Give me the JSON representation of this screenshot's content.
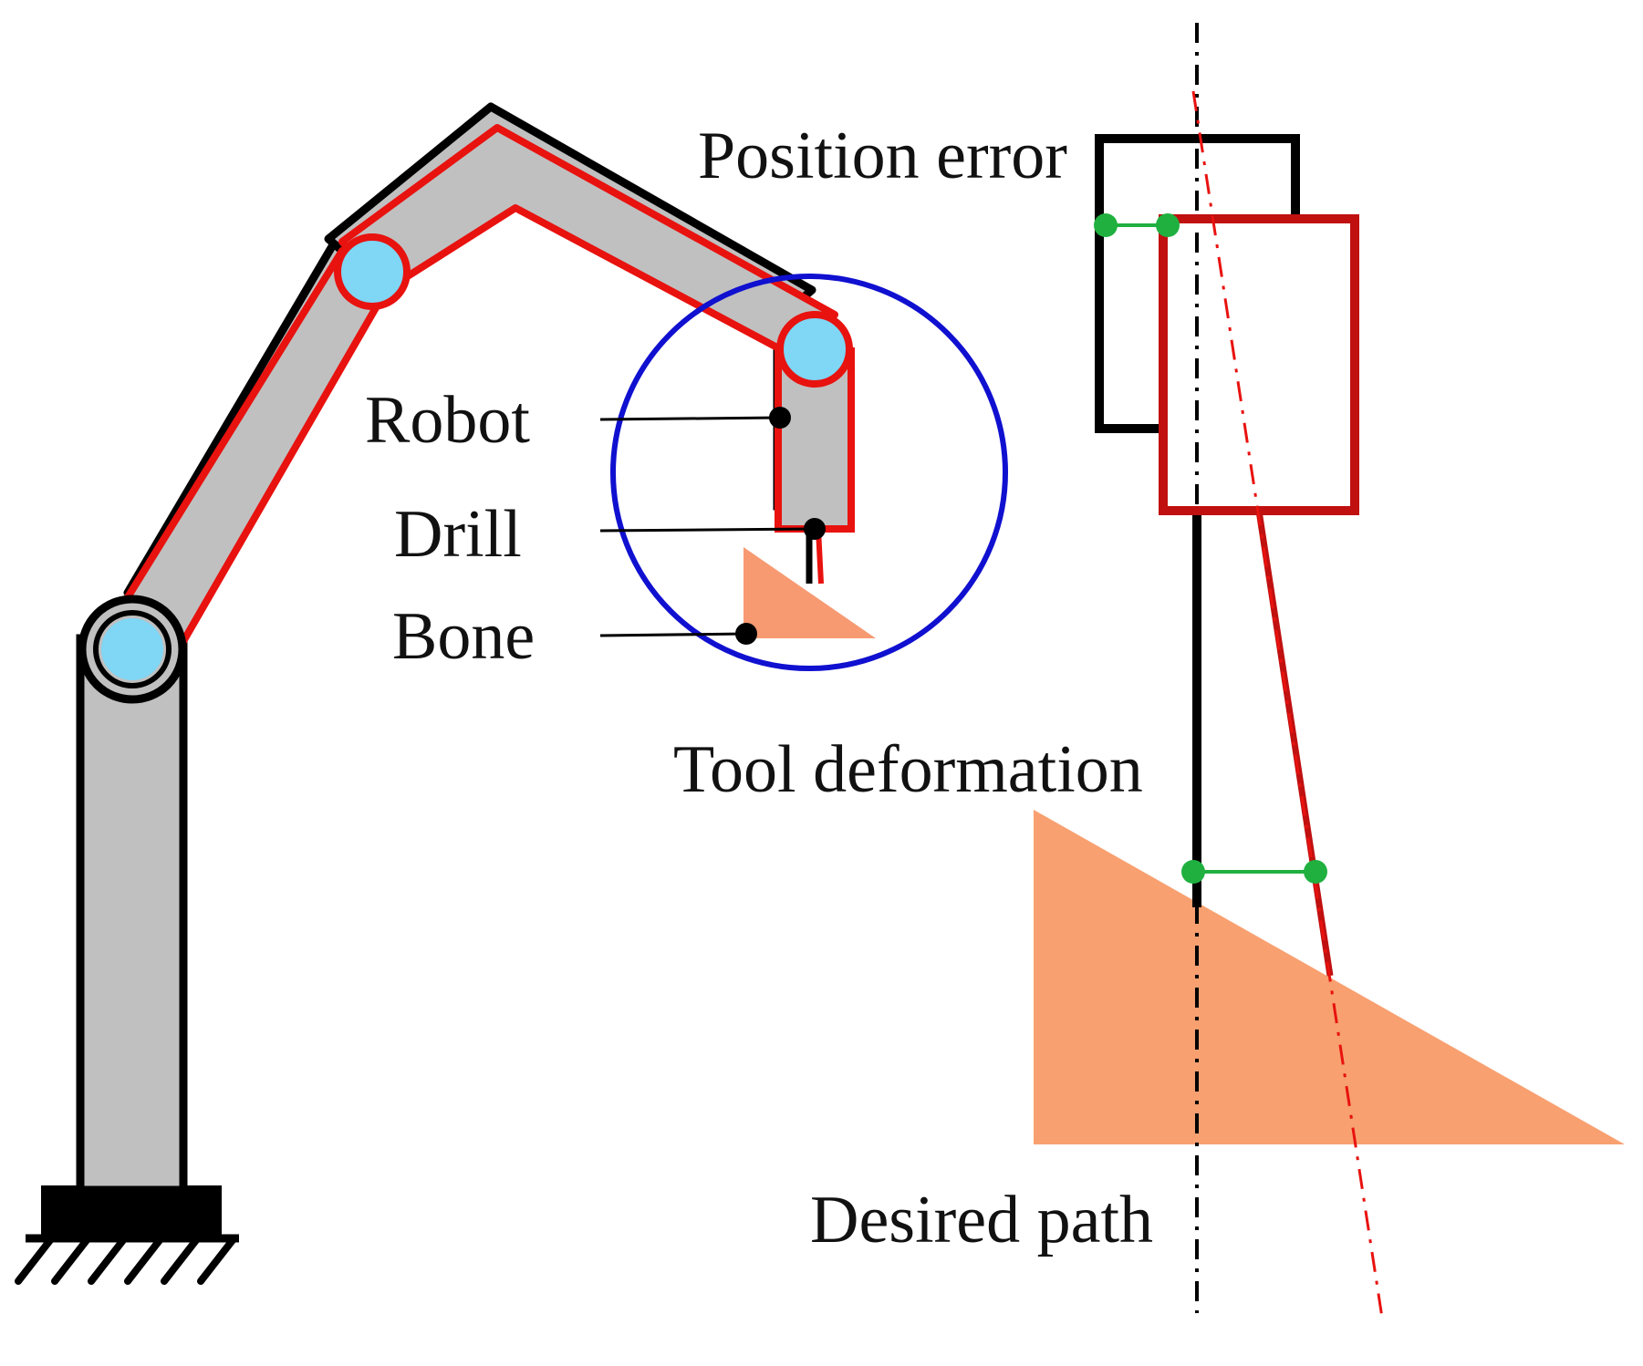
{
  "labels": {
    "robot": "Robot",
    "drill": "Drill",
    "bone": "Bone",
    "position_error": "Position error",
    "tool_deformation": "Tool deformation",
    "desired_path": "Desired path"
  },
  "colors": {
    "link_fill": "#c0c0c0",
    "nominal_outline": "#000000",
    "deformed_outline": "#e8120f",
    "joint": "#7fd6f5",
    "detail_circle": "#1010d0",
    "bone": "#f8a070",
    "bone_small": "#f79a72",
    "tool_deformed": "#c01010",
    "measure_marker": "#20b040"
  }
}
